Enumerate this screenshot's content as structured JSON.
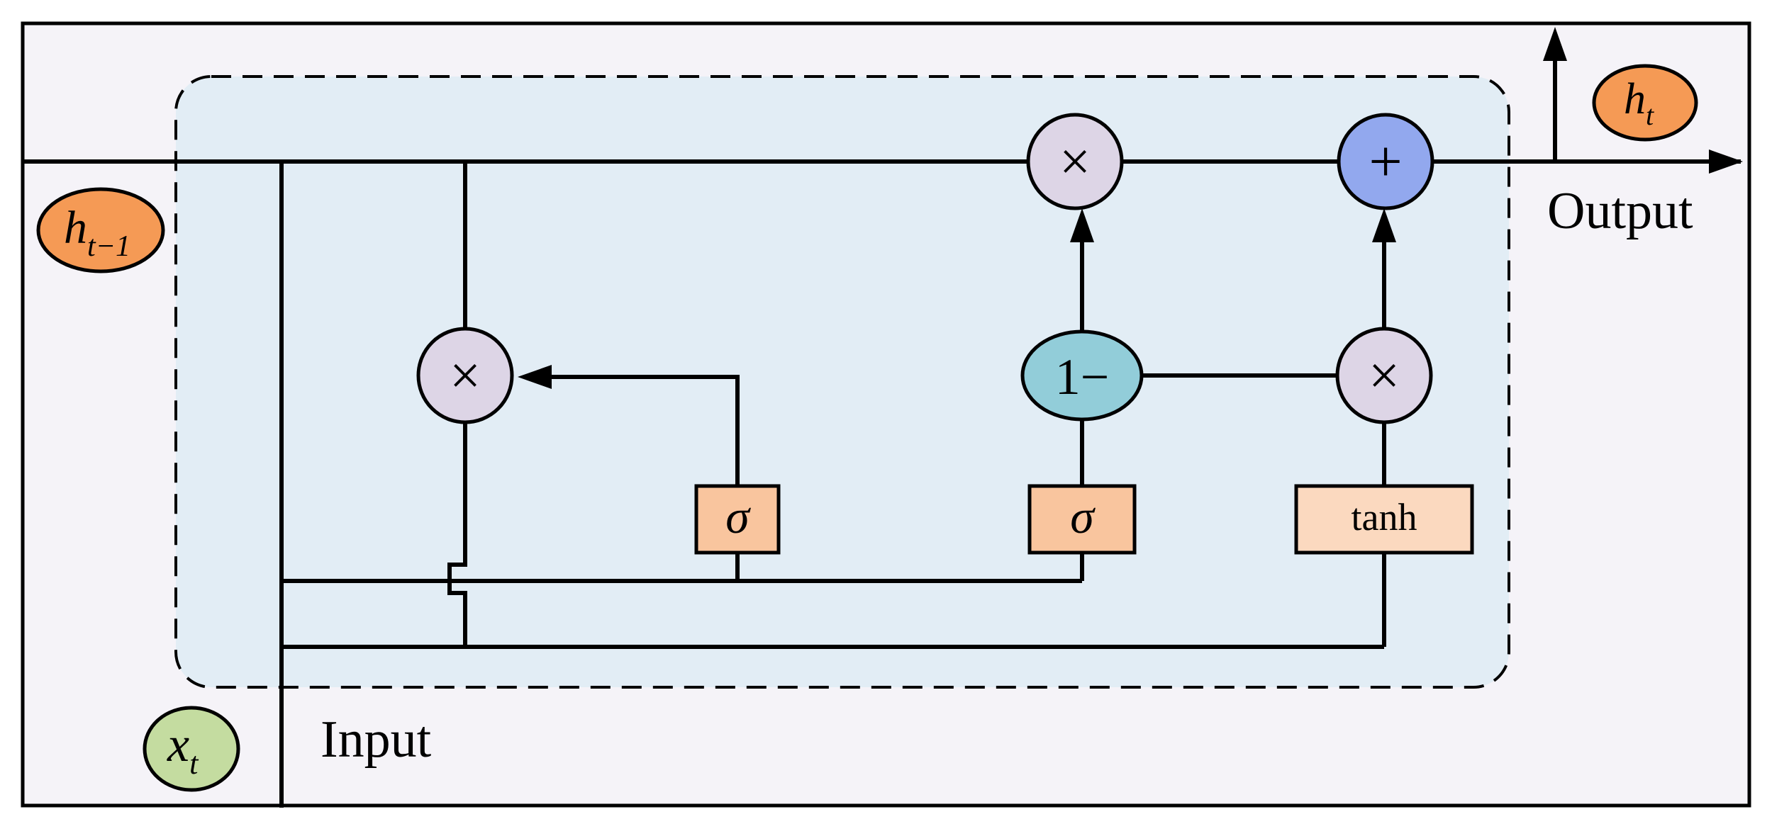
{
  "labels": {
    "output": "Output",
    "input": "Input"
  },
  "states": {
    "prev_hidden": {
      "base": "h",
      "sub": "t−1"
    },
    "hidden": {
      "base": "h",
      "sub": "t"
    },
    "input": {
      "base": "x",
      "sub": "t"
    }
  },
  "ops": {
    "multiply": "×",
    "add": "+",
    "one_minus": "1−"
  },
  "gates": {
    "reset_gate": "σ",
    "update_gate": "σ",
    "candidate": "tanh"
  },
  "colors": {
    "outer_background": "#f5f3f8",
    "cell_background": "#e2edf5",
    "hidden_state": "#f59a55",
    "input_state": "#c4dca0",
    "multiply_node": "#ddd5e6",
    "add_node": "#92a8ee",
    "one_minus_node": "#92cdd9",
    "sigma_box": "#f9c59e",
    "tanh_box": "#fbd9bf",
    "line": "#000000"
  }
}
